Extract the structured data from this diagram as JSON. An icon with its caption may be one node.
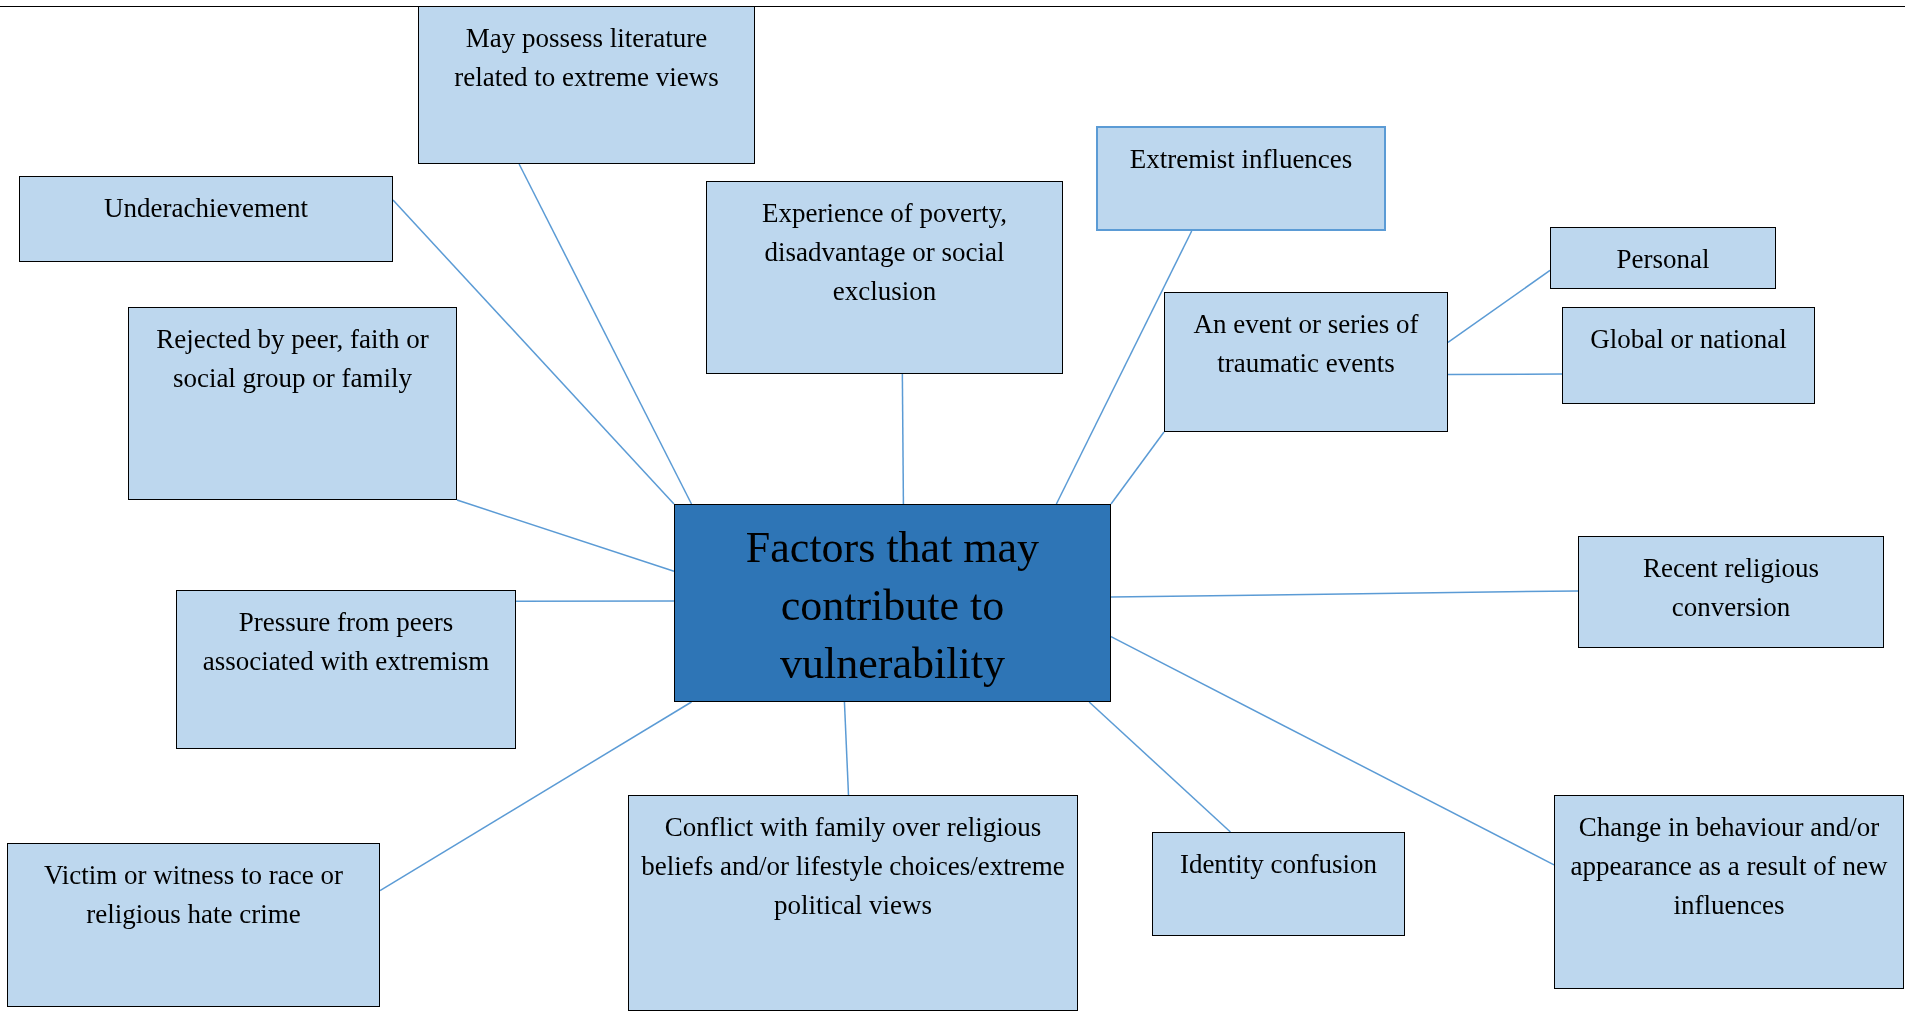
{
  "diagram": {
    "nodes": [
      {
        "text": [
          "Factors that may contribute to vulnerability"
        ]
      },
      {
        "text": [
          "May possess literature related to extreme views"
        ]
      },
      {
        "text": [
          "Underachievement"
        ]
      },
      {
        "text": [
          "Experience of poverty, disadvantage or social exclusion"
        ]
      },
      {
        "text": [
          "Extremist influences"
        ]
      },
      {
        "text": [
          "Rejected by peer, faith or social group or family"
        ]
      },
      {
        "text": [
          "An event or series of traumatic events"
        ]
      },
      {
        "text": [
          "Personal"
        ]
      },
      {
        "text": [
          "Global or national"
        ]
      },
      {
        "text": [
          "Pressure from peers associated with extremism"
        ]
      },
      {
        "text": [
          "Recent religious conversion"
        ]
      },
      {
        "text": [
          "Victim or witness to race or religious hate crime"
        ]
      },
      {
        "text": [
          "Conflict with family over religious beliefs and/or lifestyle choices/extreme political views"
        ]
      },
      {
        "text": [
          "Identity confusion"
        ]
      },
      {
        "text": [
          "Change in behaviour and/or appearance as a result of new influences"
        ]
      }
    ],
    "edges": [
      {
        "from": 1,
        "to": 0,
        "arrow": "none"
      },
      {
        "from": 2,
        "to": 0,
        "arrow": "none"
      },
      {
        "from": 3,
        "to": 0,
        "arrow": "none"
      },
      {
        "from": 4,
        "to": 0,
        "arrow": "none"
      },
      {
        "from": 5,
        "to": 0,
        "arrow": "none"
      },
      {
        "from": 6,
        "to": 0,
        "arrow": "none"
      },
      {
        "from": 6,
        "to": 7,
        "arrow": "none"
      },
      {
        "from": 6,
        "to": 8,
        "arrow": "none"
      },
      {
        "from": 9,
        "to": 0,
        "arrow": "none"
      },
      {
        "from": 0,
        "to": 10,
        "arrow": "none"
      },
      {
        "from": 11,
        "to": 0,
        "arrow": "none"
      },
      {
        "from": 0,
        "to": 12,
        "arrow": "none"
      },
      {
        "from": 0,
        "to": 13,
        "arrow": "none"
      },
      {
        "from": 0,
        "to": 14,
        "arrow": "none"
      }
    ]
  }
}
